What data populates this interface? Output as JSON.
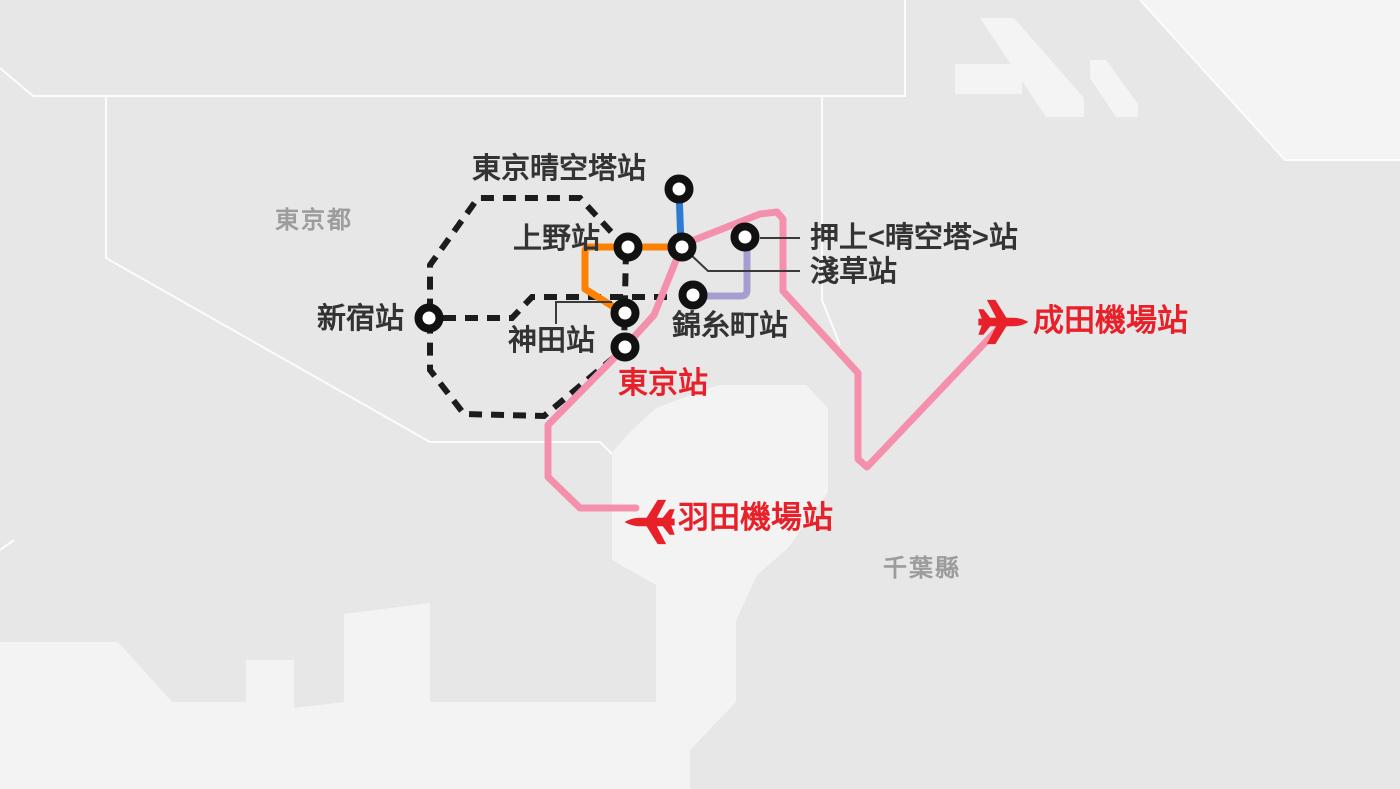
{
  "map": {
    "regions": [
      {
        "id": "tokyo-to",
        "label": "東京都"
      },
      {
        "id": "chiba-ken",
        "label": "千葉縣"
      }
    ],
    "stations": [
      {
        "id": "tokyo-skytree",
        "label": "東京晴空塔站"
      },
      {
        "id": "ueno",
        "label": "上野站"
      },
      {
        "id": "oshiage",
        "label": "押上<晴空塔>站"
      },
      {
        "id": "asakusa",
        "label": "淺草站"
      },
      {
        "id": "kinshicho",
        "label": "錦糸町站"
      },
      {
        "id": "kanda",
        "label": "神田站"
      },
      {
        "id": "shinjuku",
        "label": "新宿站"
      },
      {
        "id": "tokyo-station",
        "label": "東京站"
      }
    ],
    "airports": [
      {
        "id": "narita",
        "label": "成田機場站"
      },
      {
        "id": "haneda",
        "label": "羽田機場站"
      }
    ],
    "colors": {
      "base": "#e8e7e7",
      "sea": "#f4f3f3",
      "deco": "#f5f4f4",
      "boundary": "#fcfcfc",
      "pink": "#f590ac",
      "orange": "#fd8204",
      "blue": "#2e7cd1",
      "purple": "#a59fd0",
      "dashed_black": "#1c1c1c",
      "red": "#e8202a",
      "label_dark": "#333333",
      "region_gray": "#9d9c9c"
    }
  }
}
